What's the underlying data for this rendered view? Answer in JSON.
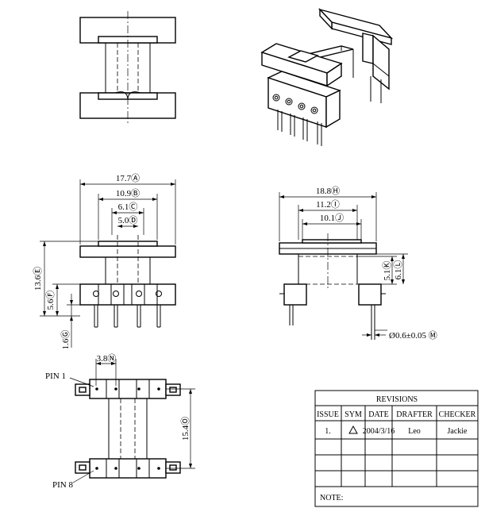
{
  "dims": {
    "a": "17.7Ⓐ",
    "b": "10.9Ⓑ",
    "c": "6.1Ⓒ",
    "d": "5.0Ⓓ",
    "e": "13.6Ⓔ",
    "f": "5.6Ⓕ",
    "g": "1.6Ⓖ",
    "h": "18.8Ⓗ",
    "i": "11.2Ⓘ",
    "j": "10.1Ⓙ",
    "k": "5.1Ⓚ",
    "l": "6.1Ⓛ",
    "m": "Ø0.6±0.05 Ⓜ",
    "n": "3.8Ⓝ",
    "o": "15.4Ⓞ"
  },
  "pins": {
    "pin1": "PIN 1",
    "pin8": "PIN 8"
  },
  "revisions": {
    "title": "REVISIONS",
    "headers": [
      "ISSUE",
      "SYM",
      "DATE",
      "DRAFTER",
      "CHECKER"
    ],
    "rows": [
      [
        "1.",
        "",
        "2004/3/16",
        "Leo",
        "Jackie"
      ]
    ],
    "note_label": "NOTE:"
  }
}
